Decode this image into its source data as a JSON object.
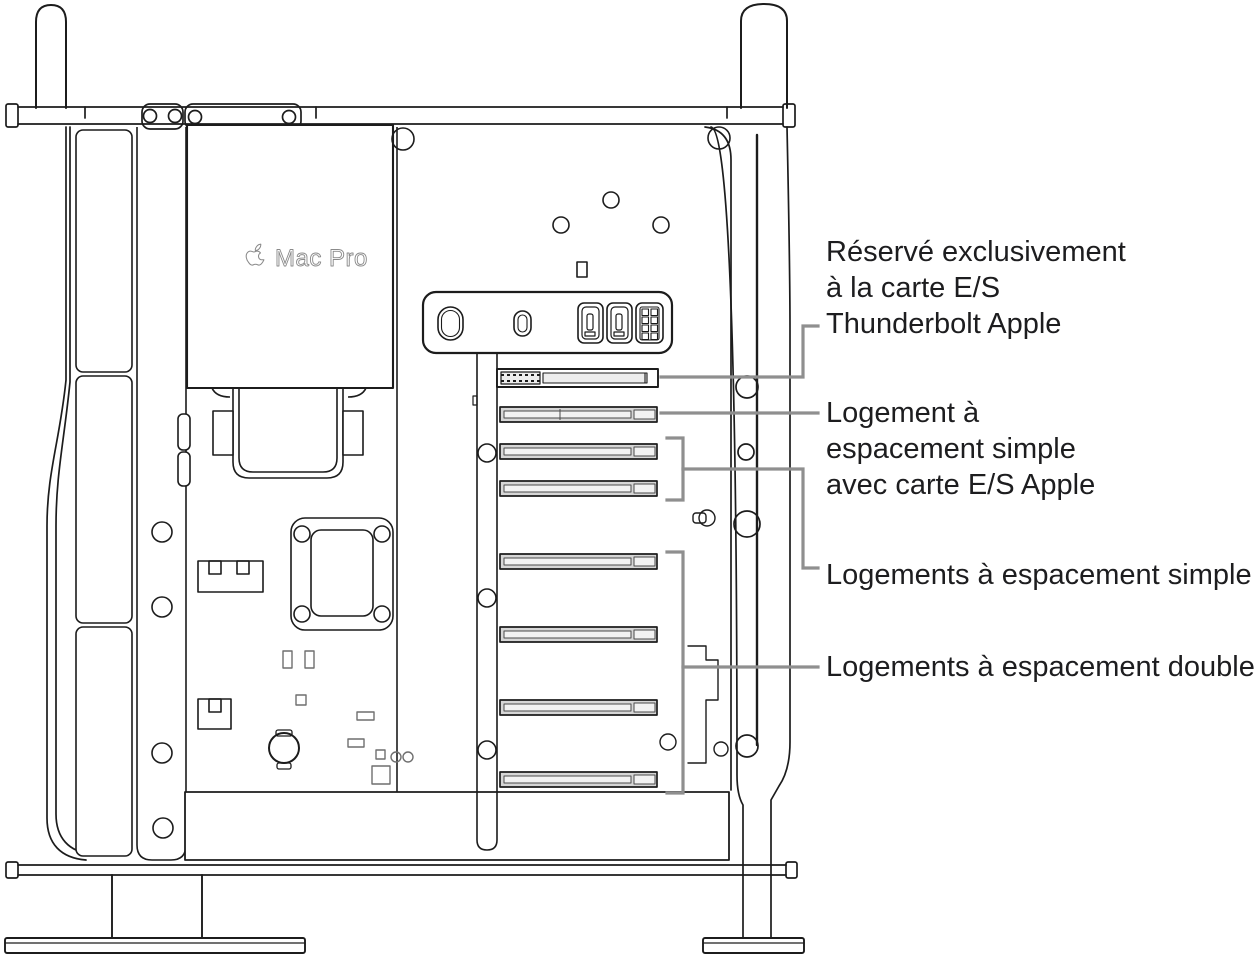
{
  "device_logo": {
    "apple_icon": "apple-logo",
    "device_label": "Mac Pro"
  },
  "callouts": [
    {
      "id": "thunderbolt-io-slot",
      "text": "Réservé exclusivement\nà la carte E/S\nThunderbolt Apple"
    },
    {
      "id": "single-wide-io-slot",
      "text": "Logement à\nespacement simple\navec carte E/S Apple"
    },
    {
      "id": "single-wide-slots",
      "text": "Logements à espacement simple"
    },
    {
      "id": "double-wide-slots",
      "text": "Logements à espacement double"
    }
  ],
  "colors": {
    "background": "#ffffff",
    "diagram_stroke": "#1c1c1c",
    "callout_line": "#8f8f8f",
    "slot_fill": "#d6d6d6",
    "slot_inner_fill": "#f2f2f2",
    "logo_stroke": "#8a8a8a",
    "text": "#1d1d1f"
  },
  "counts": {
    "pcie_slots_total": 8,
    "single_wide_grouped": 2,
    "double_wide_grouped": 4
  }
}
